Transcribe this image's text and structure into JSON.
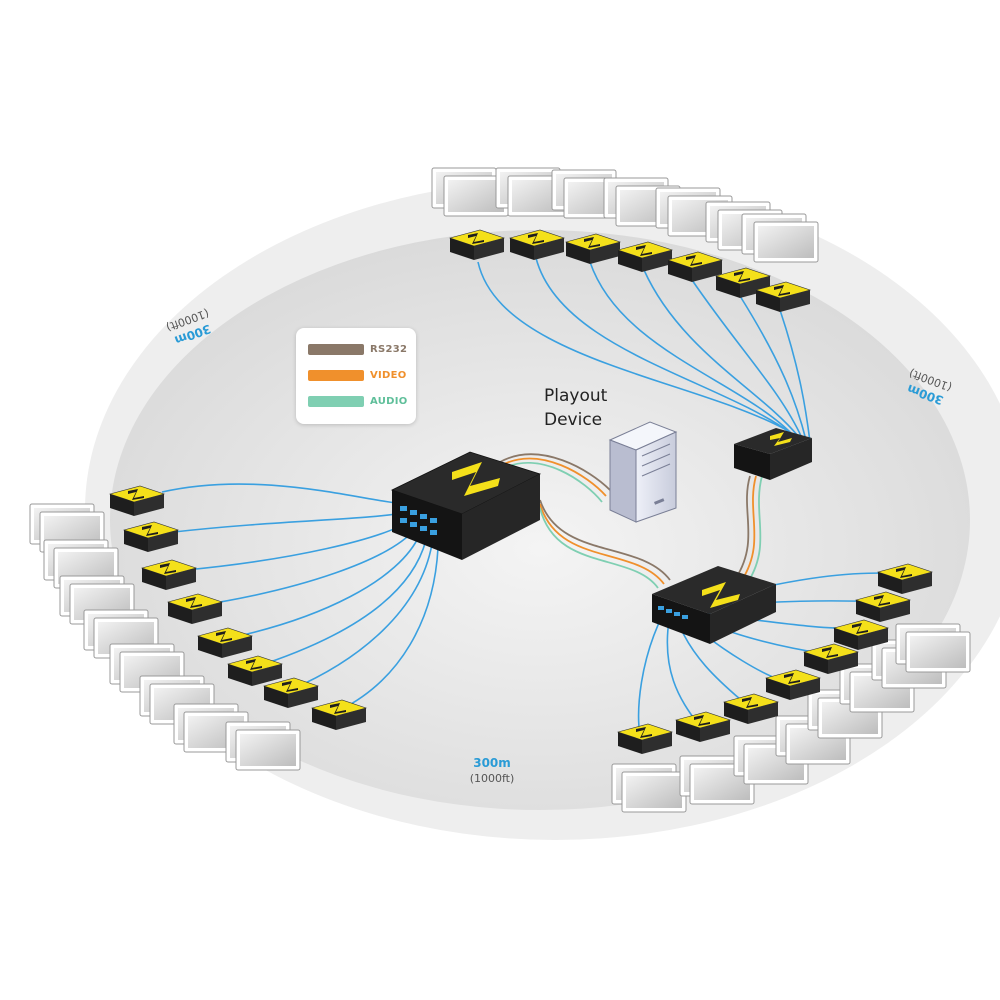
{
  "legend": {
    "items": [
      {
        "label": "RS232",
        "color": "#8a7868"
      },
      {
        "label": "VIDEO",
        "color": "#f0902c"
      },
      {
        "label": "AUDIO",
        "color": "#7fcfb2"
      }
    ]
  },
  "playout_device": {
    "line1": "Playout",
    "line2": "Device"
  },
  "distances": {
    "left": {
      "meters": "300m",
      "feet": "(1000ft)"
    },
    "right": {
      "meters": "300m",
      "feet": "(1000ft)"
    },
    "bottom": {
      "meters": "300m",
      "feet": "(1000ft)"
    }
  },
  "colors": {
    "cable_blue": "#3aa0e0",
    "device_yellow": "#f4e01a",
    "device_black": "#1e1e1e",
    "floor": "#e4e4e4"
  }
}
